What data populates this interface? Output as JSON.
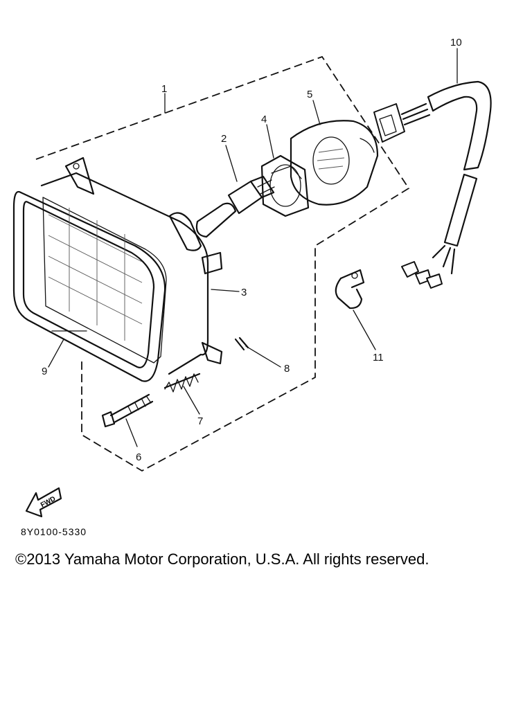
{
  "callouts": {
    "c1": "1",
    "c2": "2",
    "c3": "3",
    "c4": "4",
    "c5": "5",
    "c6": "6",
    "c7": "7",
    "c8": "8",
    "c9": "9",
    "c10": "10",
    "c11": "11"
  },
  "fwd_label": "FWD",
  "part_code": "8Y0100-5330",
  "copyright": "©2013 Yamaha Motor Corporation, U.S.A. All rights reserved."
}
